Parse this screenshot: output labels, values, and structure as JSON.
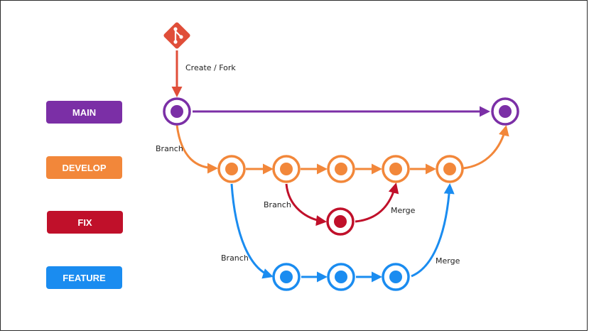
{
  "colors": {
    "main": "#7B2FA6",
    "develop": "#F2873A",
    "fix": "#C0102A",
    "feature": "#1A8CF0",
    "git_logo": "#E04E39",
    "text": "#222222"
  },
  "lanes": {
    "main": "MAIN",
    "develop": "DEVELOP",
    "fix": "FIX",
    "feature": "FEATURE"
  },
  "edge_labels": {
    "create_fork": "Create / Fork",
    "branch_main_develop": "Branch",
    "branch_develop_fix": "Branch",
    "merge_fix_develop": "Merge",
    "branch_develop_feature": "Branch",
    "merge_feature_develop": "Merge"
  },
  "icons": {
    "logo": "git-logo-icon"
  }
}
